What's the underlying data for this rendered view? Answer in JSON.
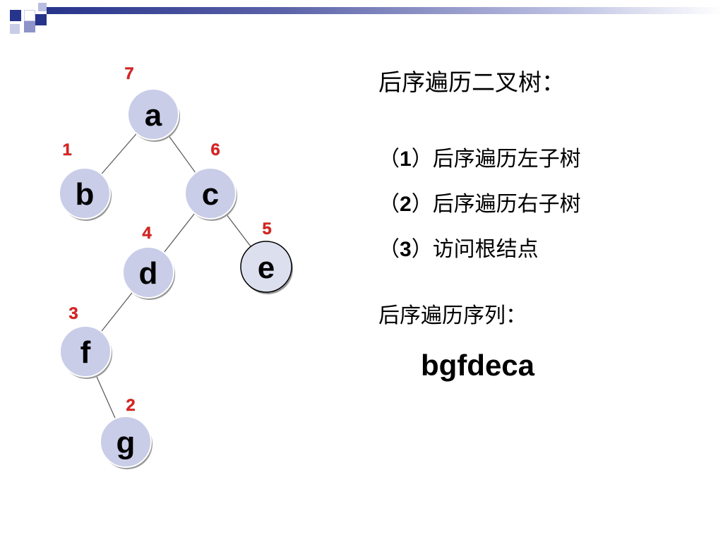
{
  "title": "后序遍历二叉树：",
  "steps": [
    {
      "num": "1",
      "text": "后序遍历左子树"
    },
    {
      "num": "2",
      "text": "后序遍历右子树"
    },
    {
      "num": "3",
      "text": "访问根结点"
    }
  ],
  "sequence_label": "后序遍历序列：",
  "sequence_value": "bgfdeca",
  "tree": {
    "nodes": [
      {
        "id": "a",
        "label": "a",
        "order": "7"
      },
      {
        "id": "b",
        "label": "b",
        "order": "1"
      },
      {
        "id": "c",
        "label": "c",
        "order": "6"
      },
      {
        "id": "d",
        "label": "d",
        "order": "4"
      },
      {
        "id": "e",
        "label": "e",
        "order": "5"
      },
      {
        "id": "f",
        "label": "f",
        "order": "3"
      },
      {
        "id": "g",
        "label": "g",
        "order": "2"
      }
    ],
    "edges": [
      [
        "a",
        "b"
      ],
      [
        "a",
        "c"
      ],
      [
        "c",
        "d"
      ],
      [
        "c",
        "e"
      ],
      [
        "d",
        "f"
      ],
      [
        "f",
        "g"
      ]
    ]
  },
  "colors": {
    "node_fill": "#c9cde8",
    "order_number": "#e0201e",
    "accent_dark": "#27348b",
    "accent_light": "#8d93c9"
  }
}
